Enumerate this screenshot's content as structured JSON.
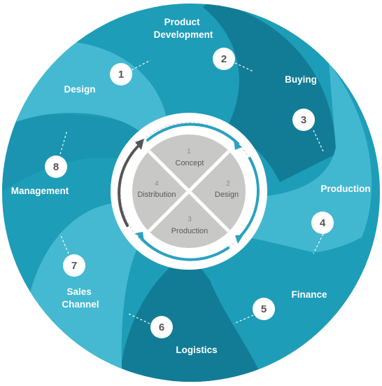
{
  "colors": {
    "dark": "#127c96",
    "mid": "#1d9db8",
    "light": "#42b8d0",
    "inner": "#c8c8c6",
    "arrow_teal": "#2aa1c0",
    "arrow_dark": "#555555"
  },
  "segments": [
    {
      "num": "1",
      "label": "Design"
    },
    {
      "num": "2",
      "label": "Product Development"
    },
    {
      "num": "3",
      "label": "Buying"
    },
    {
      "num": "4",
      "label": "Production"
    },
    {
      "num": "5",
      "label": "Finance"
    },
    {
      "num": "6",
      "label": "Logistics"
    },
    {
      "num": "7",
      "label": "Sales Channel"
    },
    {
      "num": "8",
      "label": "Management"
    }
  ],
  "inner": [
    {
      "num": "1",
      "label": "Concept"
    },
    {
      "num": "2",
      "label": "Design"
    },
    {
      "num": "3",
      "label": "Production"
    },
    {
      "num": "4",
      "label": "Distribution"
    }
  ]
}
